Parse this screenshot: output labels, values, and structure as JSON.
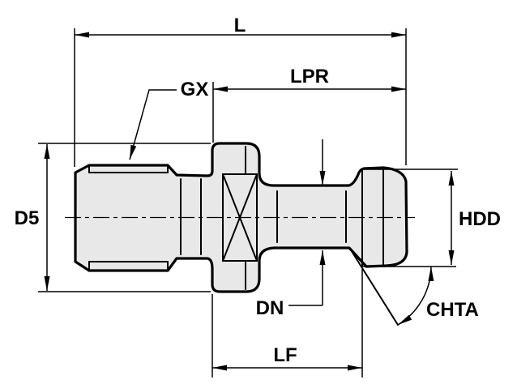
{
  "drawing": {
    "kind": "technical-dimension-drawing",
    "subject": "pull-stud retention knob side view",
    "colors": {
      "line": "#000000",
      "part_fill": "#e8e8e8",
      "background": "#ffffff"
    },
    "labels": {
      "overall_length": "L",
      "projection_length": "LPR",
      "thread_callout": "GX",
      "thread_diameter": "D5",
      "head_diameter": "HDD",
      "shank_diameter": "DN",
      "flange_to_head_length": "LF",
      "chamfer_angle": "CHTA"
    }
  }
}
